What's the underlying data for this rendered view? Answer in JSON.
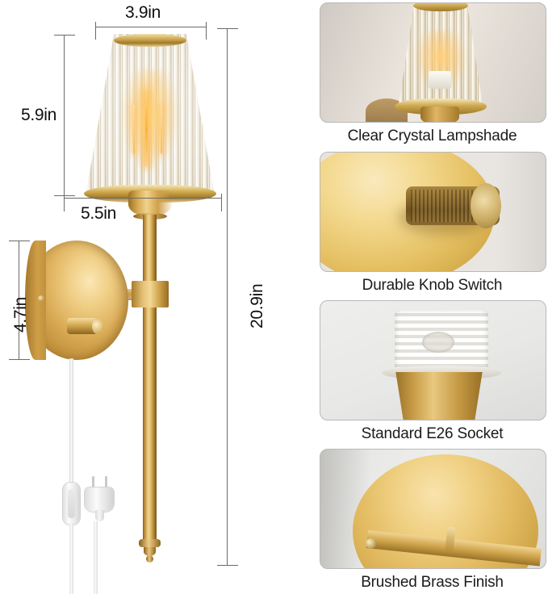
{
  "product": {
    "type": "plug-in wall sconce",
    "finish_color": "#d8ab52"
  },
  "dimensions": {
    "shade_top_diameter": "3.9in",
    "shade_height": "5.9in",
    "shade_bottom_diameter": "5.5in",
    "backplate_height": "4.7in",
    "overall_height": "20.9in"
  },
  "features": [
    {
      "caption": "Clear Crystal Lampshade",
      "icon": "crystal-shade-photo"
    },
    {
      "caption": "Durable Knob Switch",
      "icon": "knob-switch-photo"
    },
    {
      "caption": "Standard E26 Socket",
      "icon": "e26-socket-photo"
    },
    {
      "caption": "Brushed Brass Finish",
      "icon": "brushed-brass-photo"
    }
  ]
}
